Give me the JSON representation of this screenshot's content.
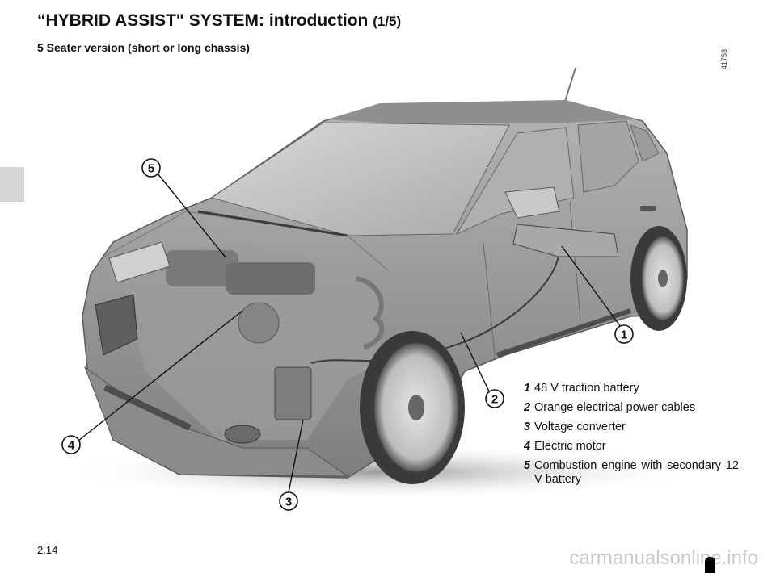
{
  "header": {
    "title": "“HYBRID ASSIST\" SYSTEM: introduction",
    "title_suffix": "(1/5)",
    "subtitle": "5 Seater version (short or long chassis)"
  },
  "figure": {
    "reference": "41753",
    "callouts": [
      "1",
      "2",
      "3",
      "4",
      "5"
    ]
  },
  "legend": [
    {
      "number": "1",
      "text": "48 V traction battery"
    },
    {
      "number": "2",
      "text": "Orange electrical power cables"
    },
    {
      "number": "3",
      "text": "Voltage converter"
    },
    {
      "number": "4",
      "text": "Electric motor"
    },
    {
      "number": "5",
      "text": "Combustion engine with secondary 12 V battery"
    }
  ],
  "footer": {
    "page_number": "2.14",
    "watermark": "carmanualsonline.info"
  }
}
